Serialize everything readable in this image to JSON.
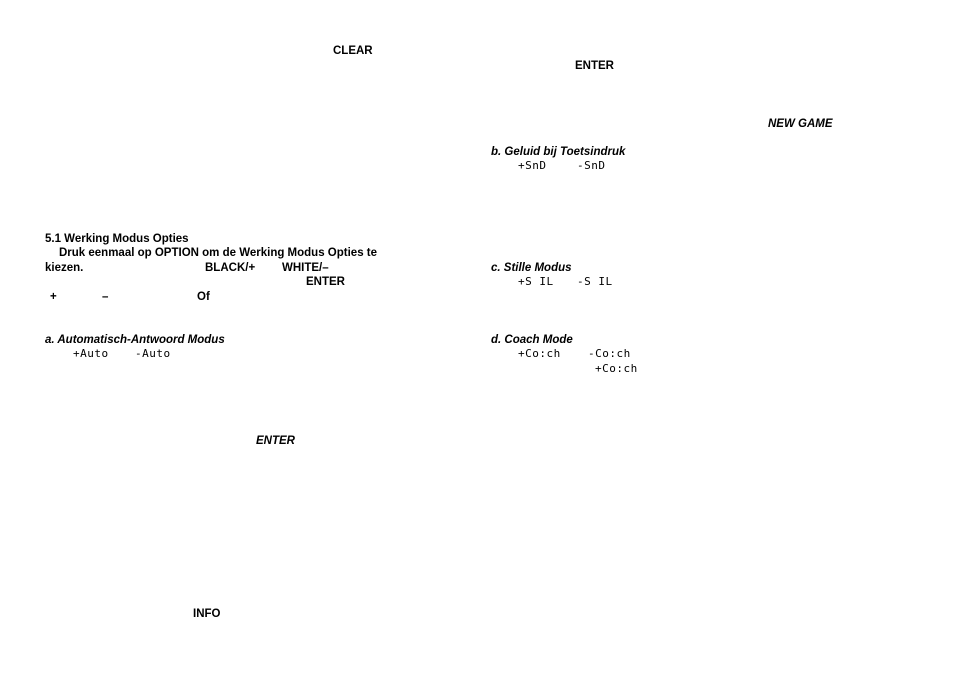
{
  "left": {
    "clear_label": "CLEAR",
    "section_title": "5.1 Werking Modus Opties",
    "intro_line1": "Druk eenmaal op OPTION om de Werking Modus Opties te",
    "intro_kiezen": "kiezen.",
    "black_label": "BLACK/+",
    "white_label": "WHITE/–",
    "enter_label": "ENTER",
    "plus_sign": "+",
    "minus_sign": "–",
    "of_label": "Of",
    "option_a_title": "a. Automatisch-Antwoord Modus",
    "option_a_on": "+Auto",
    "option_a_off": "-Auto",
    "enter_italic": "ENTER",
    "info_label": "INFO"
  },
  "right": {
    "enter_label": "ENTER",
    "new_game_label": "NEW GAME",
    "option_b_title": "b. Geluid bij Toetsindruk",
    "option_b_on": "+SnD",
    "option_b_off": "-SnD",
    "option_c_title": "c. Stille Modus",
    "option_c_on": "+S IL",
    "option_c_off": "-S IL",
    "option_d_title": "d. Coach Mode",
    "option_d_on": "+Co:ch",
    "option_d_off": "-Co:ch",
    "option_d_default": "+Co:ch"
  }
}
